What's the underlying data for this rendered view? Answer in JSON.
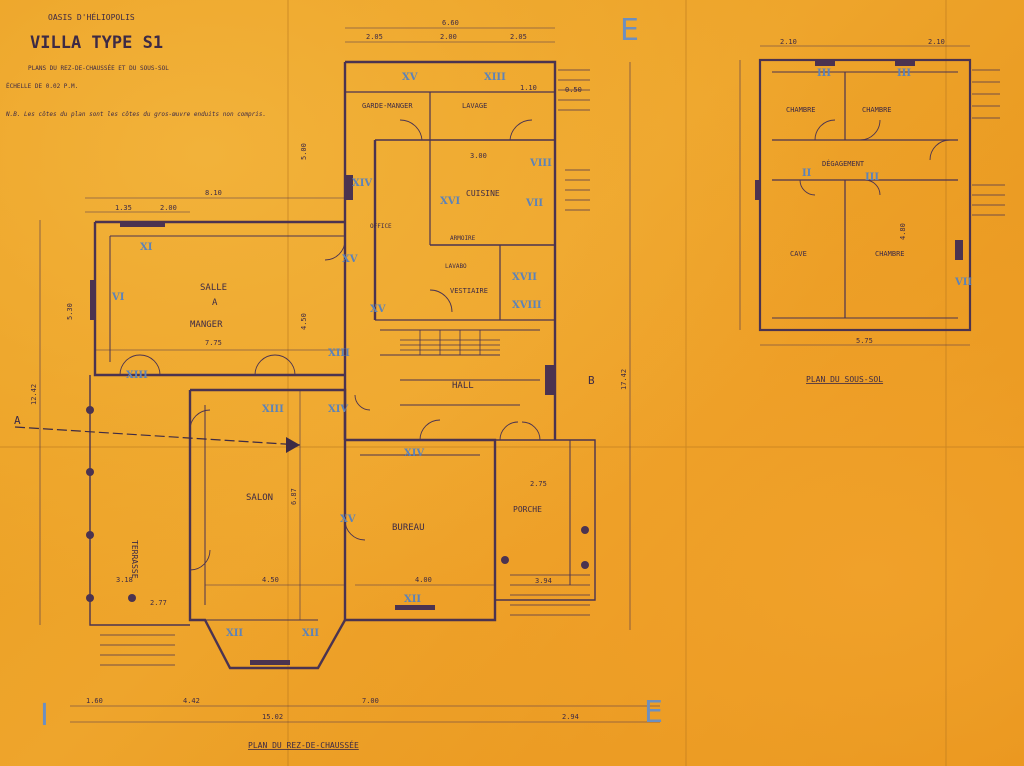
{
  "header": {
    "location": "OASIS D'HÉLIOPOLIS",
    "title": "VILLA TYPE S1",
    "subtitle": "PLANS DU REZ-DE-CHAUSSÉE ET DU SOUS-SOL",
    "scale": "ÉCHELLE DE 0.02 P.M.",
    "note": "N.B. Les côtes du plan sont les côtes du gros-œuvre enduits non compris."
  },
  "ground_floor": {
    "caption": "PLAN DU REZ-DE-CHAUSSÉE",
    "rooms": {
      "garde_manger": "GARDE-MANGER",
      "lavabo": "LAVABO",
      "lavage": "LAVAGE",
      "cuisine": "CUISINE",
      "office": "OFFICE",
      "armoire": "ARMOIRE",
      "salle_l1": "SALLE",
      "salle_l2": "A",
      "salle_l3": "MANGER",
      "vestiaire": "VESTIAIRE",
      "hall": "HALL",
      "terrasse": "TERRASSE",
      "salon": "SALON",
      "bureau": "BUREAU",
      "porche": "PORCHE"
    },
    "markers": {
      "a": "A",
      "b": "B"
    },
    "dims": {
      "top_total": "6.60",
      "top_left": "2.05",
      "top_mid": "2.00",
      "top_right": "2.05",
      "left_wing": "8.10",
      "left_small": "1.35",
      "left_mid": "2.00",
      "manger_width": "7.75",
      "salon_width": "4.50",
      "bureau_width": "4.00",
      "terrasse_w": "3.18",
      "salon_height": "6.87",
      "total_height": "17.42",
      "left_height": "12.42",
      "bottom_total": "15.02",
      "bottom_a": "1.60",
      "bottom_b": "4.42",
      "bottom_c": "7.00",
      "bottom_d": "2.94",
      "cuisine_w": "3.00",
      "vert_a": "5.00",
      "vert_b": "4.50",
      "vert_c": "5.30",
      "misc_a": "2.75",
      "misc_b": "3.94",
      "misc_c": "2.77",
      "misc_d": "0.50",
      "misc_e": "1.10"
    },
    "numerals": [
      "XV",
      "XIII",
      "XVI",
      "VIII",
      "VII",
      "XV",
      "XI",
      "XIV",
      "XVII",
      "VI",
      "XVIII",
      "XV",
      "XIII",
      "XIV",
      "XIII",
      "XIV",
      "XII",
      "XII",
      "XII",
      "XV",
      "XIII"
    ]
  },
  "basement": {
    "caption": "PLAN DU SOUS-SOL",
    "rooms": {
      "chambre_1": "CHAMBRE",
      "chambre_2": "CHAMBRE",
      "degagement": "DÉGAGEMENT",
      "cave": "CAVE",
      "chambre_3": "CHAMBRE"
    },
    "dims": {
      "top_a": "2.10",
      "top_b": "2.10",
      "side_a": "4.80",
      "bottom": "5.75"
    },
    "numerals": [
      "III",
      "III",
      "II",
      "III",
      "VII"
    ]
  },
  "annotations": {
    "pencil_e1": "E",
    "pencil_e2": "E",
    "pencil_d": "I"
  }
}
